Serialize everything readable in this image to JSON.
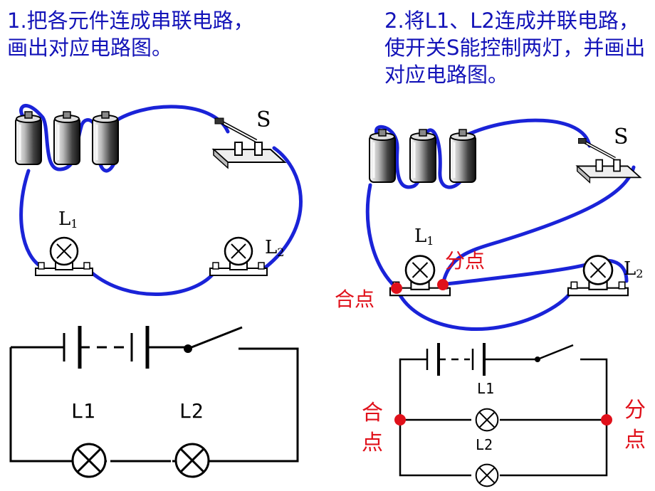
{
  "task1": {
    "text": "1.把各元件连成串联电路，\n画出对应电路图。"
  },
  "task2": {
    "text": "2.将L1、L2连成并联电路，使开关S能控制两灯，并画出对应电路图。"
  },
  "labels": {
    "switch_s": "S",
    "l1_sub": "L",
    "l1_idx": "1",
    "l2_sub": "L",
    "l2_idx": "2",
    "schem_l1": "L1",
    "schem_l2": "L2",
    "split_point": "分点",
    "join_point": "合点",
    "split_v1": "分",
    "split_v2": "点",
    "join_v1": "合",
    "join_v2": "点"
  },
  "colors": {
    "title_text": "#1313b8",
    "wire": "#1a23d8",
    "node": "#e0101a",
    "annotation": "#e0101a",
    "ink": "#000000"
  }
}
